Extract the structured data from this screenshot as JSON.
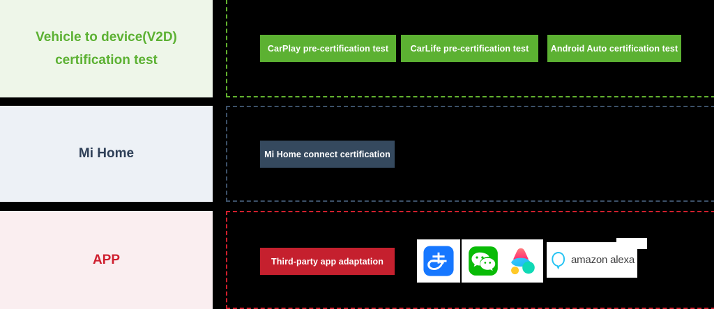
{
  "diagram": {
    "type": "layered-capability-matrix",
    "background_color": "#000000",
    "rows": [
      {
        "id": "v2d",
        "label_lines": [
          "Vehicle to device(V2D)",
          "certification test"
        ],
        "label_color": "#5cb133",
        "label_bg": "#eef6e9",
        "border_color": "#62b22f",
        "items": [
          {
            "label": "CarPlay pre-certification test",
            "color": "#5cb132"
          },
          {
            "label": "CarLife pre-certification test",
            "color": "#5cb132"
          },
          {
            "label": "Android Auto certification test",
            "color": "#5cb132"
          }
        ],
        "logos": []
      },
      {
        "id": "mi-home",
        "label_lines": [
          "Mi Home"
        ],
        "label_color": "#2f4058",
        "label_bg": "#edf1f6",
        "border_color": "#3c5068",
        "items": [
          {
            "label": "Mi Home connect certification",
            "color": "#35495e"
          }
        ],
        "logos": []
      },
      {
        "id": "app",
        "label_lines": [
          "APP"
        ],
        "label_color": "#cf2030",
        "label_bg": "#faeef0",
        "border_color": "#d11f2d",
        "items": [
          {
            "label": "Third-party app adaptation",
            "color": "#c5202e"
          }
        ],
        "logos": [
          {
            "name": "alipay-logo",
            "alt": "Alipay"
          },
          {
            "name": "wechat-logo",
            "alt": "WeChat"
          },
          {
            "name": "amap-logo",
            "alt": "Amap"
          },
          {
            "name": "amazon-alexa-logo",
            "alt": "amazon alexa",
            "wordmark": "amazon alexa"
          }
        ]
      }
    ]
  }
}
